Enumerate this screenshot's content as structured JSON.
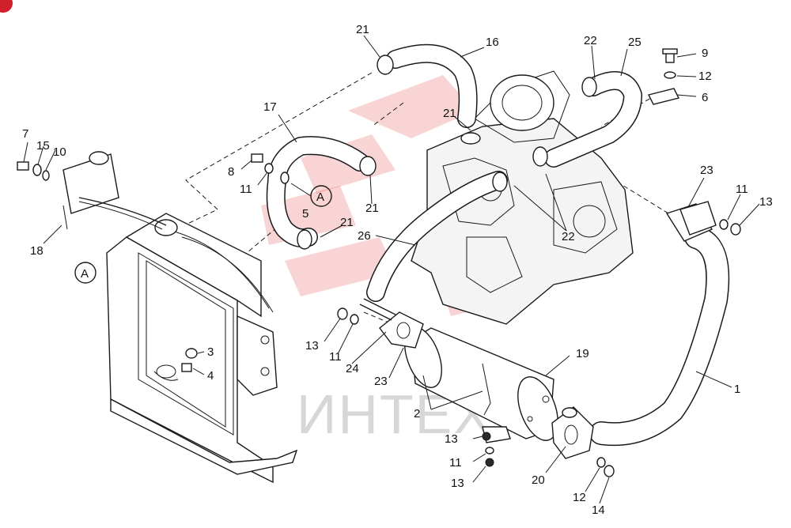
{
  "diagram": {
    "callout_letter": "A",
    "watermark": {
      "text": "ИНТЕХ",
      "logo_color": "#e23a3a"
    },
    "labels": [
      {
        "id": "l1",
        "text": "1"
      },
      {
        "id": "l2",
        "text": "2"
      },
      {
        "id": "l3",
        "text": "3"
      },
      {
        "id": "l4",
        "text": "4"
      },
      {
        "id": "l5",
        "text": "5"
      },
      {
        "id": "l6",
        "text": "6"
      },
      {
        "id": "l7",
        "text": "7"
      },
      {
        "id": "l9",
        "text": "9"
      },
      {
        "id": "l8",
        "text": "8"
      },
      {
        "id": "l10",
        "text": "10"
      },
      {
        "id": "l11a",
        "text": "11"
      },
      {
        "id": "l11b",
        "text": "11"
      },
      {
        "id": "l11c",
        "text": "11"
      },
      {
        "id": "l11d",
        "text": "11"
      },
      {
        "id": "l12a",
        "text": "12"
      },
      {
        "id": "l12b",
        "text": "12"
      },
      {
        "id": "l13a",
        "text": "13"
      },
      {
        "id": "l13b",
        "text": "13"
      },
      {
        "id": "l13c",
        "text": "13"
      },
      {
        "id": "l13d",
        "text": "13"
      },
      {
        "id": "l14",
        "text": "14"
      },
      {
        "id": "l15",
        "text": "15"
      },
      {
        "id": "l16",
        "text": "16"
      },
      {
        "id": "l17",
        "text": "17"
      },
      {
        "id": "l18",
        "text": "18"
      },
      {
        "id": "l19",
        "text": "19"
      },
      {
        "id": "l20",
        "text": "20"
      },
      {
        "id": "l21a",
        "text": "21"
      },
      {
        "id": "l21b",
        "text": "21"
      },
      {
        "id": "l21c",
        "text": "21"
      },
      {
        "id": "l21d",
        "text": "21"
      },
      {
        "id": "l22a",
        "text": "22"
      },
      {
        "id": "l22b",
        "text": "22"
      },
      {
        "id": "l23a",
        "text": "23"
      },
      {
        "id": "l23b",
        "text": "23"
      },
      {
        "id": "l24",
        "text": "24"
      },
      {
        "id": "l25",
        "text": "25"
      },
      {
        "id": "l26",
        "text": "26"
      }
    ]
  }
}
